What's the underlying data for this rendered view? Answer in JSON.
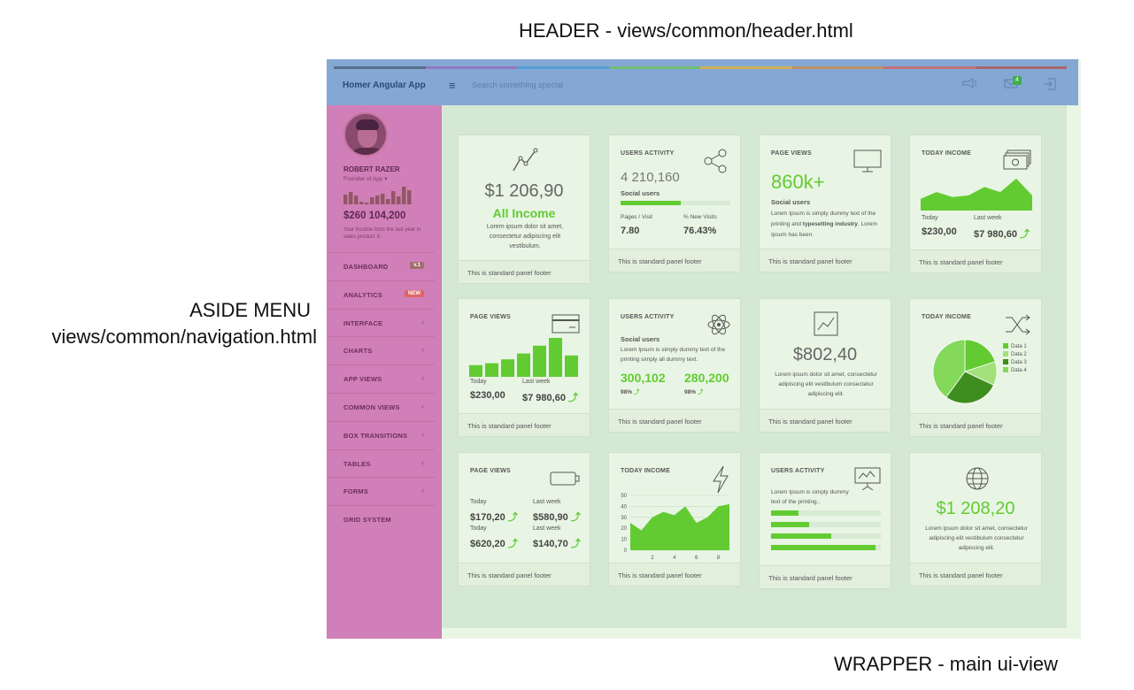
{
  "callouts": {
    "header": "HEADER - views/common/header.html",
    "aside_line1": "ASIDE MENU",
    "aside_line2": "views/common/navigation.html",
    "wrapper": "WRAPPER - main ui-view"
  },
  "colors": {
    "header_overlay": "#84a8d3",
    "aside_overlay": "#d17fb8",
    "wrapper_overlay": "#d5e8d3",
    "accent_green": "#62cb31",
    "colorbar": [
      "#34495e",
      "#9b59b6",
      "#3498db",
      "#62cb31",
      "#ffb606",
      "#e67e22",
      "#e74c3c",
      "#c0392b"
    ]
  },
  "header": {
    "brand": "Homer Angular App",
    "search_placeholder": "Search something special",
    "mail_badge": "4",
    "icons": [
      "menu-icon",
      "megaphone-icon",
      "mail-icon",
      "logout-icon"
    ]
  },
  "aside": {
    "user_name": "ROBERT RAZER",
    "user_role": "Founder of App",
    "amount": "$260 104,200",
    "note": "Your income from the last year in sales product X.",
    "mini_bars": [
      0.55,
      0.7,
      0.5,
      0.15,
      0.1,
      0.4,
      0.5,
      0.6,
      0.3,
      0.75,
      0.45,
      1.0,
      0.8
    ],
    "nav": [
      {
        "label": "DASHBOARD",
        "tag": "v.1",
        "tag_color": "#a0706e"
      },
      {
        "label": "ANALYTICS",
        "tag": "NEW",
        "tag_color": "#e06464"
      },
      {
        "label": "INTERFACE",
        "chevron": "‹"
      },
      {
        "label": "CHARTS",
        "chevron": "‹"
      },
      {
        "label": "APP VIEWS",
        "chevron": "‹"
      },
      {
        "label": "COMMON VIEWS",
        "chevron": "‹"
      },
      {
        "label": "BOX TRANSITIONS",
        "chevron": "‹"
      },
      {
        "label": "TABLES",
        "chevron": "‹"
      },
      {
        "label": "FORMS",
        "chevron": "‹"
      },
      {
        "label": "GRID SYSTEM"
      }
    ]
  },
  "panels": {
    "footer": "This is standard panel footer",
    "p1": {
      "amount": "$1 206,90",
      "subtitle": "All Income",
      "text": "Lorem ipsum dolor sit amet, consectetur adipiscing elit vestibulum."
    },
    "p2": {
      "title": "USERS ACTIVITY",
      "number": "4 210,160",
      "label": "Social users",
      "progress": 0.55,
      "k1": "Pages / Visit",
      "v1": "7.80",
      "k2": "% New Visits",
      "v2": "76.43%"
    },
    "p3": {
      "title": "PAGE VIEWS",
      "number": "860k+",
      "label": "Social users",
      "text_a": "Lorem Ipsum is simply dummy text of the printing and ",
      "text_b": "typesetting industry",
      "text_c": ". Lorem Ipsum has been."
    },
    "p4": {
      "title": "TODAY INCOME",
      "k1": "Today",
      "v1": "$230,00",
      "k2": "Last week",
      "v2": "$7 980,60",
      "area": [
        0.35,
        0.55,
        0.4,
        0.45,
        0.7,
        0.55,
        0.95,
        0.45
      ]
    },
    "p5": {
      "title": "PAGE VIEWS",
      "bars": [
        0.3,
        0.35,
        0.45,
        0.6,
        0.8,
        1.0,
        0.55
      ],
      "k1": "Today",
      "v1": "$230,00",
      "k2": "Last week",
      "v2": "$7 980,60"
    },
    "p6": {
      "title": "USERS ACTIVITY",
      "label": "Social users",
      "text": "Lorem Ipsum is simply dummy text of the printing simply all dummy text.",
      "n1": "300,102",
      "p1": "98%",
      "n2": "280,200",
      "p2": "98%"
    },
    "p7": {
      "amount": "$802,40",
      "text": "Lorem ipsum dolor sit amet, consectetur adipiscing elit vestibulum consectetur adipiscing elit."
    },
    "p8": {
      "title": "TODAY INCOME",
      "legend": [
        "Data 1",
        "Data 2",
        "Data 3",
        "Data 4"
      ],
      "slices": [
        20,
        12,
        28,
        40
      ],
      "slice_colors": [
        "#62cb31",
        "#a3e07a",
        "#3d8e1f",
        "#84d85a"
      ]
    },
    "p9": {
      "title": "PAGE VIEWS",
      "r1k1": "Today",
      "r1v1": "$170,20",
      "r1k2": "Last week",
      "r1v2": "$580,90",
      "r2k1": "Today",
      "r2v1": "$620,20",
      "r2k2": "Last week",
      "r2v2": "$140,70"
    },
    "p10": {
      "title": "TODAY INCOME"
    },
    "p11": {
      "title": "USERS ACTIVITY",
      "text": "Lorem Ipsum is simply dummy text of the printing..",
      "progress": [
        0.25,
        0.35,
        0.55,
        0.95
      ]
    },
    "p12": {
      "amount": "$1 208,20",
      "text": "Lorem ipsum dolor sit amet, consectetur adipiscing elit vestibulum consectetur adipiscing elit."
    }
  },
  "chart_data": {
    "type": "area",
    "x": [
      0,
      1,
      2,
      3,
      4,
      5,
      6,
      7,
      8,
      9
    ],
    "values": [
      25,
      18,
      30,
      35,
      32,
      40,
      25,
      30,
      40,
      42
    ],
    "ylim": [
      0,
      50
    ],
    "yticks": [
      "0",
      "10",
      "20",
      "30",
      "40",
      "50"
    ],
    "xticks": [
      "2",
      "4",
      "6",
      "8"
    ],
    "grid": true
  }
}
